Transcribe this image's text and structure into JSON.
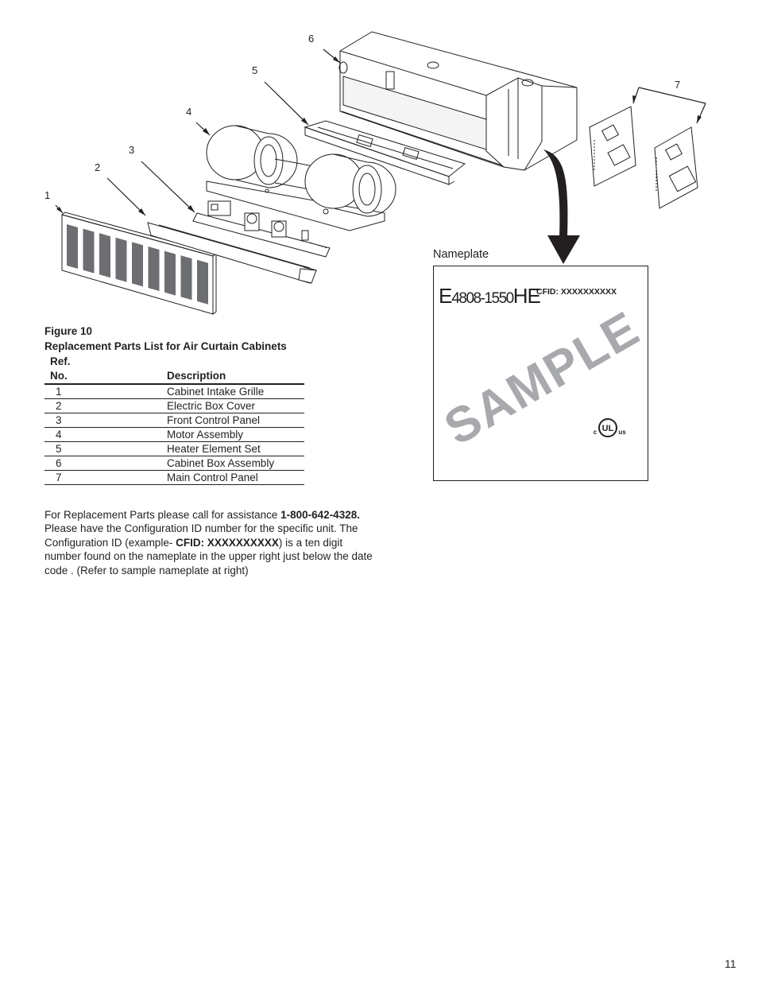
{
  "callouts": [
    "1",
    "2",
    "3",
    "4",
    "5",
    "6",
    "7"
  ],
  "figure": {
    "number": "Figure 10",
    "title": "Replacement Parts List for Air Curtain Cabinets"
  },
  "table": {
    "header_ref_line1": "Ref.",
    "header_ref_line2": "No.",
    "header_description": "Description",
    "rows": [
      {
        "ref": "1",
        "description": "Cabinet Intake Grille"
      },
      {
        "ref": "2",
        "description": "Electric Box Cover"
      },
      {
        "ref": "3",
        "description": "Front Control Panel"
      },
      {
        "ref": "4",
        "description": "Motor Assembly"
      },
      {
        "ref": "5",
        "description": "Heater Element Set"
      },
      {
        "ref": "6",
        "description": "Cabinet Box Assembly"
      },
      {
        "ref": "7",
        "description": "Main Control Panel"
      }
    ]
  },
  "note": {
    "part1": "For Replacement Parts please call for assistance ",
    "phone": "1-800-642-4328.",
    "part2": " Please have the Configuration ID number for the specific unit. The Configuration ID (example- ",
    "cfid_example": "CFID: XXXXXXXXXX",
    "part3": ") is a ten digit number found on the nameplate in the upper right just below the date code .  (Refer to sample nameplate at right)"
  },
  "nameplate": {
    "label": "Nameplate",
    "model_prefix": "E",
    "model_middle": "4808-1550",
    "model_suffix": "HE",
    "cfid": "CFID: XXXXXXXXXX",
    "watermark": "SAMPLE",
    "cert_left": "c",
    "cert_center": "UL",
    "cert_right": "us"
  },
  "page_number": "11"
}
